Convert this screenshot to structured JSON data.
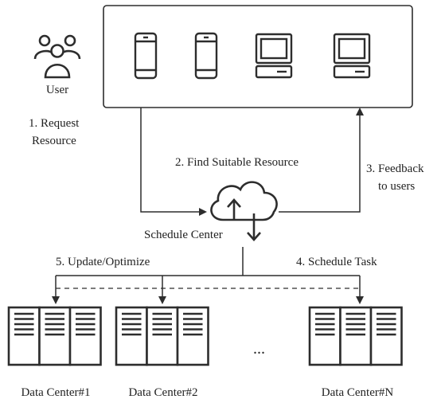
{
  "user_label": "User",
  "step1": {
    "line1": "1. Request",
    "line2": "Resource"
  },
  "step2": "2. Find Suitable Resource",
  "step3": {
    "line1": "3. Feedback",
    "line2": "to users"
  },
  "schedule_center": "Schedule Center",
  "step5": "5. Update/Optimize",
  "step4": "4. Schedule Task",
  "ellipsis": "...",
  "data_centers": [
    "Data Center#1",
    "Data Center#2",
    "Data Center#N"
  ],
  "colors": {
    "stroke": "#2d2d2d",
    "fill": "#ffffff"
  }
}
